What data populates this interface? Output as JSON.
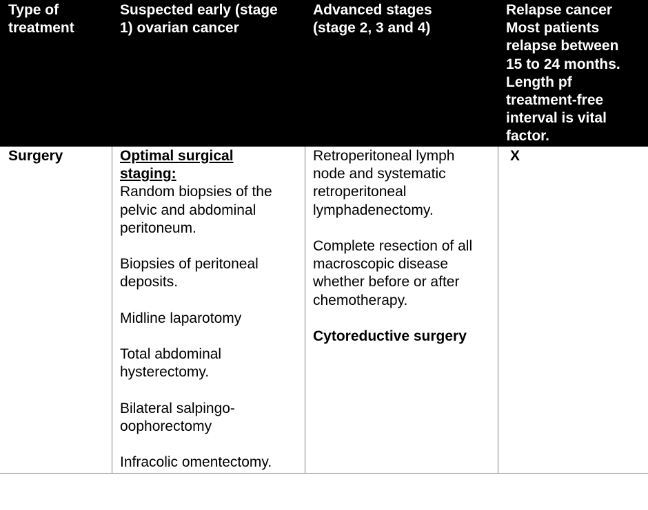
{
  "header": {
    "col1": [
      "Type of",
      "treatment"
    ],
    "col2": [
      "Suspected early (stage",
      "1) ovarian cancer"
    ],
    "col3": [
      "Advanced stages",
      "(stage  2, 3 and 4)"
    ],
    "col4": [
      "Relapse cancer",
      "Most patients",
      "relapse between",
      "15 to 24 months.",
      "Length pf",
      "treatment-free",
      "interval is vital",
      "factor."
    ]
  },
  "row": {
    "treatment": "Surgery",
    "early": {
      "heading": [
        "Optimal surgical",
        "staging:"
      ],
      "items": [
        [
          "Random biopsies of the",
          "pelvic and abdominal",
          "peritoneum."
        ],
        [
          "Biopsies of peritoneal",
          "deposits."
        ],
        [
          "Midline laparotomy"
        ],
        [
          "Total abdominal",
          "hysterectomy."
        ],
        [
          "Bilateral salpingo-",
          "oophorectomy"
        ],
        [
          "Infracolic omentectomy."
        ]
      ]
    },
    "advanced": {
      "items": [
        [
          "Retroperitoneal lymph",
          "node and systematic",
          "retroperitoneal",
          "lymphadenectomy."
        ],
        [
          "Complete resection of all",
          "macroscopic disease",
          "whether before or after",
          "chemotherapy."
        ]
      ],
      "emphasis": "Cytoreductive surgery"
    },
    "relapse": "X"
  }
}
